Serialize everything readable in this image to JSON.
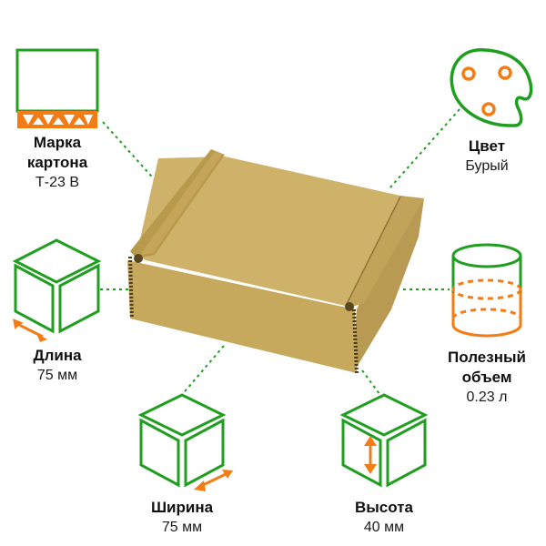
{
  "colors": {
    "green": "#1f9e1f",
    "orange": "#f47c14",
    "cardboard": "#c9ab62",
    "cardboard_dark": "#a98c45",
    "text": "#111111"
  },
  "product": {
    "image": "cardboard-mailer-box"
  },
  "specs": {
    "grade": {
      "title_line1": "Марка",
      "title_line2": "картона",
      "value": "Т-23 В",
      "icon": "corrugated-board-icon"
    },
    "color": {
      "title": "Цвет",
      "value": "Бурый",
      "icon": "palette-icon"
    },
    "length": {
      "title": "Длина",
      "value": "75 мм",
      "icon": "cube-length-icon"
    },
    "volume": {
      "title_line1": "Полезный",
      "title_line2": "объем",
      "value": "0.23 л",
      "icon": "cylinder-volume-icon"
    },
    "width": {
      "title": "Ширина",
      "value": "75 мм",
      "icon": "cube-width-icon"
    },
    "height": {
      "title": "Высота",
      "value": "40 мм",
      "icon": "cube-height-icon"
    }
  }
}
